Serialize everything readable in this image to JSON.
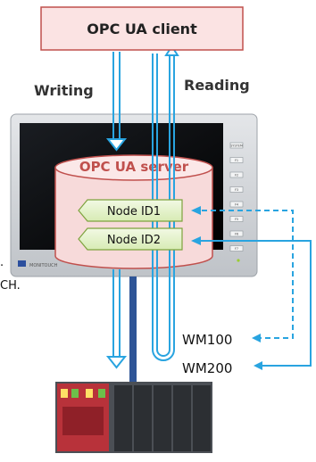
{
  "client": {
    "title": "OPC UA client"
  },
  "labels": {
    "writing": "Writing",
    "reading": "Reading"
  },
  "server": {
    "title": "OPC UA server"
  },
  "nodes": [
    {
      "label": "Node ID1"
    },
    {
      "label": "Node ID2"
    }
  ],
  "plc_addresses": [
    {
      "label": "WM100"
    },
    {
      "label": "WM200"
    }
  ],
  "hmi": {
    "brand": "MONITOUCH",
    "function_keys": [
      "SYSTEM",
      "F1",
      "F2",
      "F3",
      "F4",
      "F5",
      "F6",
      "F7"
    ]
  },
  "cropped_text": [
    ".",
    "CH."
  ],
  "colors": {
    "client_fill": "#fbe3e3",
    "client_border": "#c0504d",
    "server_fill": "#f7dada",
    "server_text": "#c0504d",
    "node_fill": "#e6f2cf",
    "node_border": "#7ea23e",
    "arrow_blue": "#29a4e0",
    "plc_red": "#b8323a"
  }
}
